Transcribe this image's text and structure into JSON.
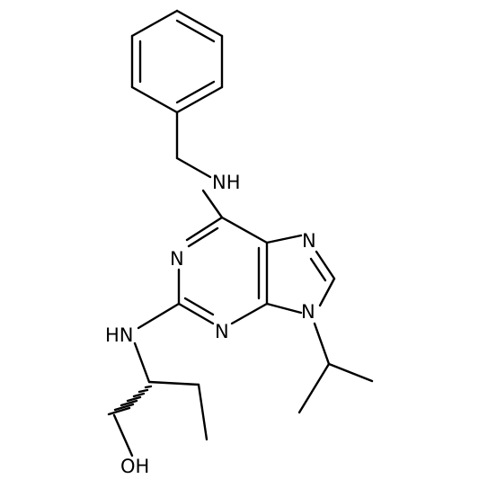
{
  "atoms": {
    "nh_benzylamino": "NH",
    "n1_pyrimidine": "N",
    "n3_pyrimidine": "N",
    "n7_imidazole": "N",
    "n9_imidazole": "N",
    "nh_amino": "HN",
    "hydroxyl": "OH"
  },
  "colors": {
    "ink": "#000000",
    "background": "#ffffff"
  },
  "stereo": {
    "wedge": "hashed"
  }
}
